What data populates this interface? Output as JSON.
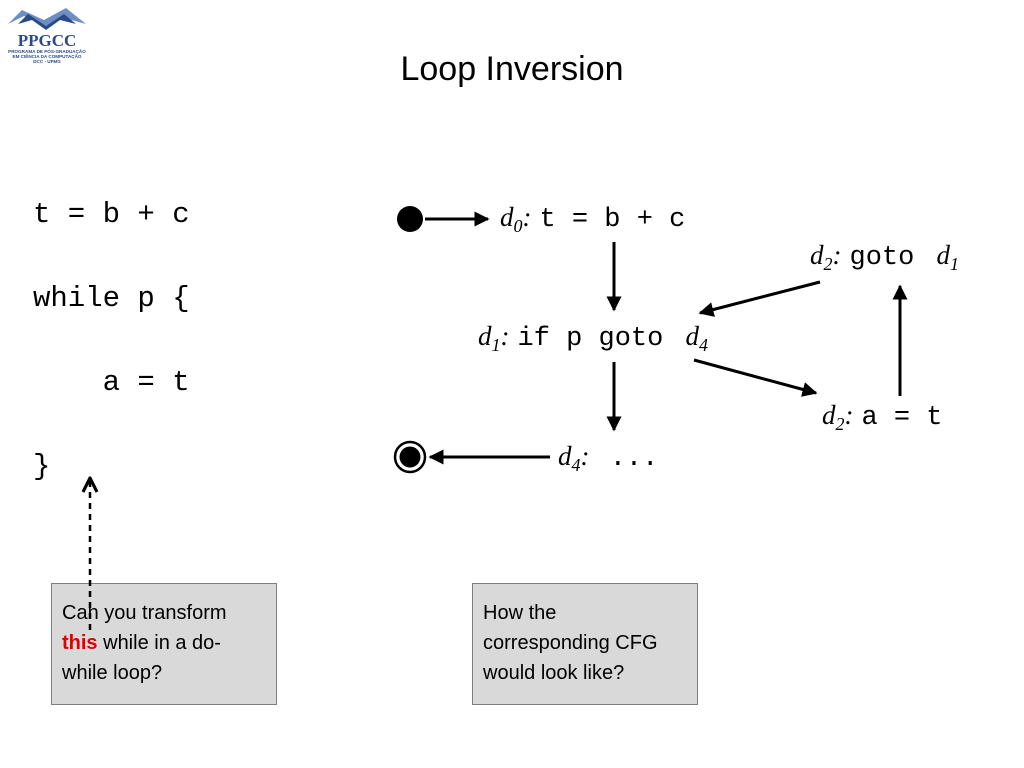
{
  "logo": {
    "acronym": "PPGCC",
    "line1": "PROGRAMA DE PÓS-GRADUAÇÃO",
    "line2": "EM CIÊNCIA DA COMPUTAÇÃO",
    "line3": "DCC - UFMG",
    "color": "#2b4a8a"
  },
  "title": "Loop Inversion",
  "code": {
    "lines": [
      "t = b + c",
      "while p {",
      "    a = t",
      "}"
    ]
  },
  "cfg": {
    "nodes": {
      "d0": {
        "label": "d",
        "sub": "0",
        "sep": ":",
        "code": "t = b + c"
      },
      "d1": {
        "label": "d",
        "sub": "1",
        "sep": ":",
        "code": "if p goto ",
        "target_label": "d",
        "target_sub": "4"
      },
      "d2_goto": {
        "label": "d",
        "sub": "2",
        "sep": ":",
        "code": "goto ",
        "target_label": "d",
        "target_sub": "1"
      },
      "d2_assign": {
        "label": "d",
        "sub": "2",
        "sep": ":",
        "code": "a = t"
      },
      "d4": {
        "label": "d",
        "sub": "4",
        "sep": ":",
        "code": " ..."
      }
    }
  },
  "callouts": {
    "left": {
      "text_before": "Can you transform ",
      "highlight": "this",
      "text_after": " while in a do-while loop?",
      "highlight_color": "#e00000"
    },
    "right": {
      "text": "How the corresponding CFG would look like?"
    }
  },
  "colors": {
    "box_fill": "#d9d9d9",
    "box_border": "#7f7f7f"
  }
}
